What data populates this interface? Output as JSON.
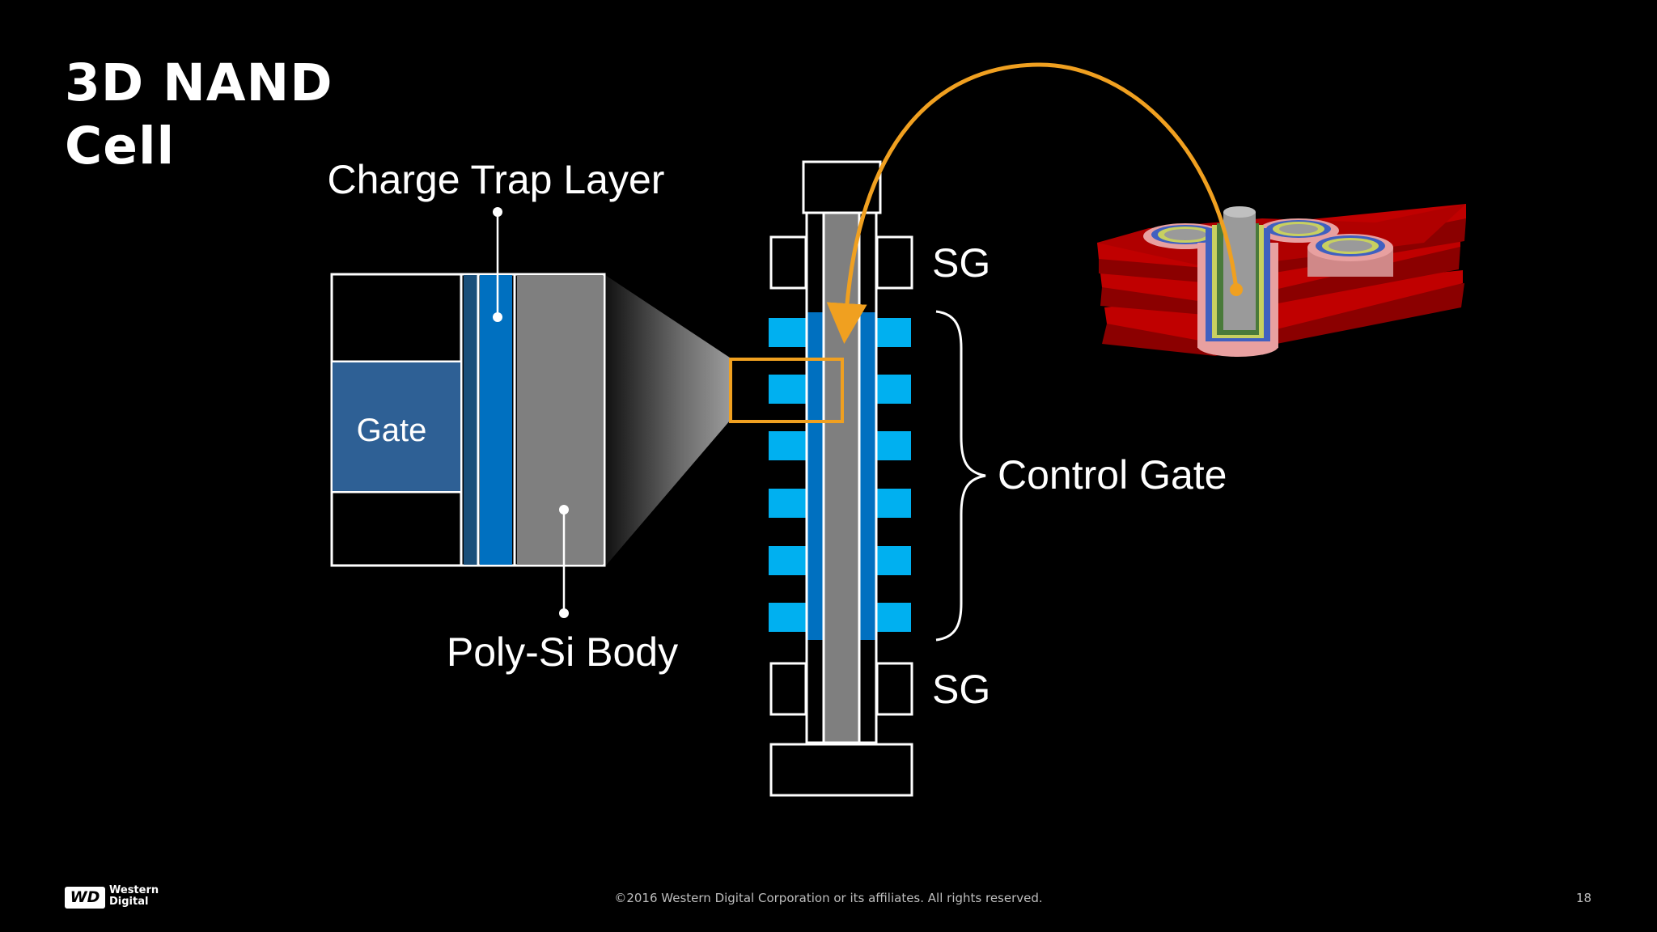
{
  "slide": {
    "title_line1": "3D NAND",
    "title_line2": "Cell"
  },
  "labels": {
    "charge_trap_layer": "Charge Trap Layer",
    "gate": "Gate",
    "poly_si_body": "Poly-Si Body",
    "sg_top": "SG",
    "sg_bottom": "SG",
    "control_gate": "Control Gate"
  },
  "footer": {
    "copyright": "©2016  Western Digital Corporation  or its affiliates.  All rights reserved.",
    "page_number": "18",
    "logo_badge": "WD",
    "logo_line1": "Western",
    "logo_line2": "Digital"
  },
  "colors": {
    "background": "#000000",
    "gate_fill": "#2e6095",
    "charge_trap": "#0070c0",
    "poly_si": "#7f7f7f",
    "control_gate_cells": "#00b0f0",
    "highlight_orange": "#f0a020",
    "stack_red": "#c00000"
  }
}
